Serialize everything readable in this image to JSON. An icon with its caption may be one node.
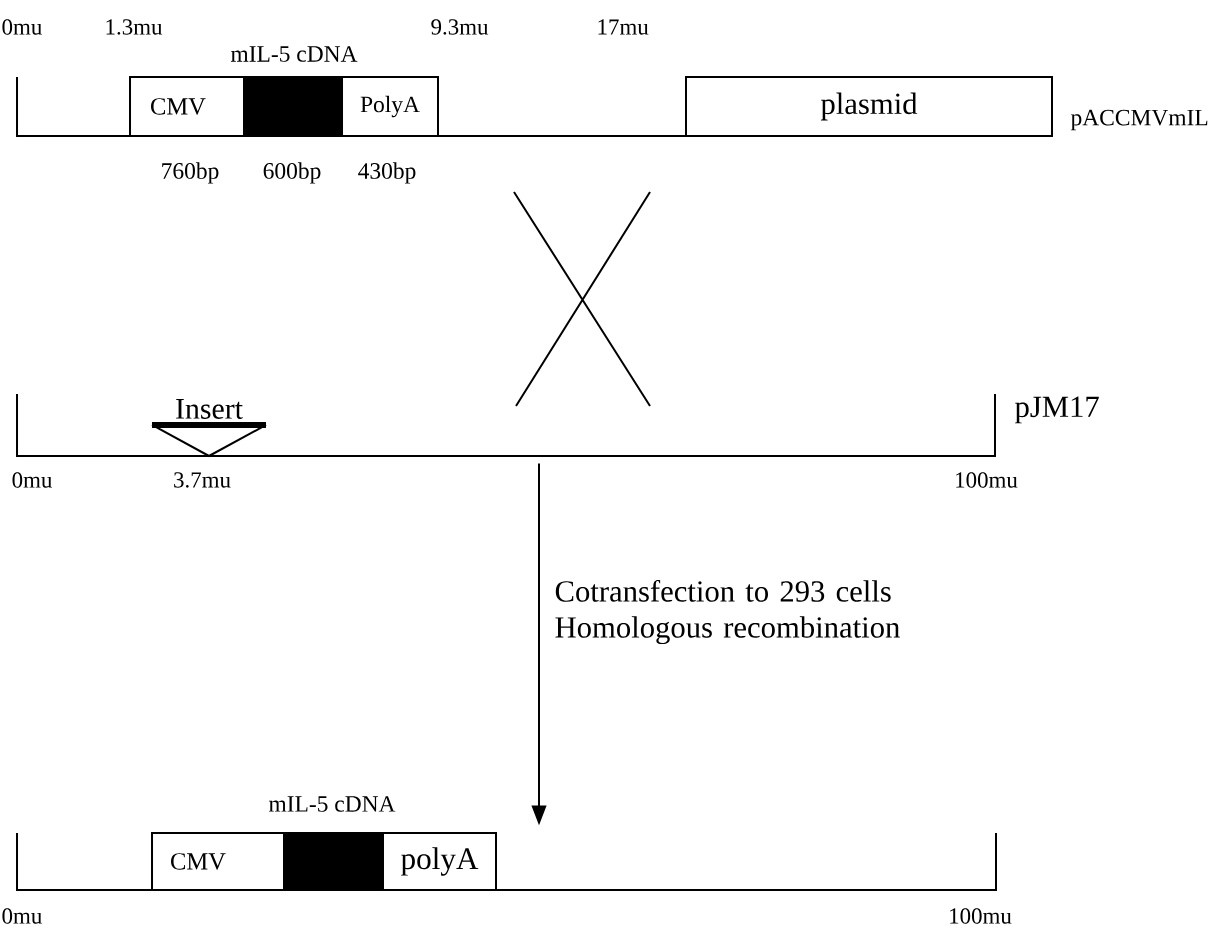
{
  "diagram": {
    "nodes": [
      {
        "text": [],
        "shape": "line",
        "beside": [
          "pACCMVmIL"
        ]
      },
      {
        "text": [
          "CMV"
        ],
        "in": 0,
        "beside": [
          "760bp"
        ]
      },
      {
        "text": [],
        "shape": "box",
        "in": 0,
        "beside": [
          "mIL-5 cDNA",
          "600bp"
        ]
      },
      {
        "text": [
          "PolyA"
        ],
        "in": 0,
        "beside": [
          "430bp"
        ]
      },
      {
        "text": [
          "plasmid"
        ],
        "in": 0
      },
      {
        "text": [],
        "shape": "line",
        "beside": [
          "pJM17"
        ]
      },
      {
        "text": [
          "Insert"
        ],
        "in": 5,
        "beside": [
          "3.7mu"
        ]
      },
      {
        "text": [],
        "shape": "line"
      },
      {
        "text": [
          "CMV"
        ],
        "in": 7
      },
      {
        "text": [],
        "shape": "box",
        "in": 7,
        "beside": [
          "mIL-5 cDNA"
        ]
      },
      {
        "text": [
          "polyA"
        ],
        "in": 7
      }
    ],
    "edges": [
      {
        "from": 5,
        "to": 7,
        "arrow": "to",
        "label": "Cotransfection to 293 cells Homologous recombination"
      }
    ],
    "labels": [
      "0mu",
      "1.3mu",
      "9.3mu",
      "17mu",
      "0mu",
      "100mu",
      "0mu",
      "100mu"
    ]
  }
}
